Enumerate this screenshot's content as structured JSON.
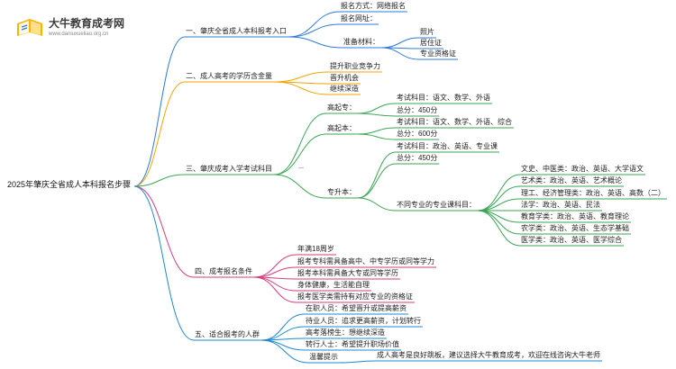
{
  "brand": {
    "name": "大牛教育成考网",
    "url": "www.daniuxueliao.org.cn",
    "logo_icon": "open-book-icon",
    "colors": {
      "yellow": "#f7b500",
      "blue": "#2f7bd6"
    }
  },
  "root": "2025年肇庆全省成人本科报名步骤",
  "branches": [
    {
      "label": "一、肇庆全省成人本科报考入口",
      "color": "#2f7bd6",
      "children": [
        {
          "label": "报名方式：网络报名"
        },
        {
          "label": "报名网址："
        },
        {
          "label": "准备材料：",
          "children": [
            {
              "label": "照片"
            },
            {
              "label": "居住证"
            },
            {
              "label": "专业资格证"
            }
          ]
        }
      ]
    },
    {
      "label": "二、成人高考的学历含金量",
      "color": "#f0a500",
      "children": [
        {
          "label": "提升职业竞争力"
        },
        {
          "label": "晋升机会"
        },
        {
          "label": "继续深造"
        }
      ]
    },
    {
      "label": "三、肇庆成考入学考试科目",
      "color": "#3aa655",
      "children": [
        {
          "label": "高起专：",
          "children": [
            {
              "label": "考试科目：语文、数学、外语"
            },
            {
              "label": "总分：450分"
            }
          ]
        },
        {
          "label": "高起本：",
          "children": [
            {
              "label": "考试科目：语文、数学、外语、综合"
            },
            {
              "label": "总分：600分"
            }
          ]
        },
        {
          "label": "专升本：",
          "children": [
            {
              "label": "考试科目：政治、英语、专业课"
            },
            {
              "label": "总分：450分"
            },
            {
              "label": "不同专业的专业课科目：",
              "children": [
                {
                  "label": "文史、中医类：政治、英语、大学语文"
                },
                {
                  "label": "艺术类：政治、英语、艺术概论"
                },
                {
                  "label": "理工、经济管理类：政治、英语、高数（二）"
                },
                {
                  "label": "法学：政治、英语、民法"
                },
                {
                  "label": "教育学类：政治、英语、教育理论"
                },
                {
                  "label": "农学类：政治、英语、生态学基础"
                },
                {
                  "label": "医学类：政治、英语、医学综合"
                }
              ]
            }
          ]
        }
      ]
    },
    {
      "label": "四、成考报名条件",
      "color": "#d63c7e",
      "children": [
        {
          "label": "年满18周岁"
        },
        {
          "label": "报考专科需具备高中、中专学历或同等学力"
        },
        {
          "label": "报考本科需具备大专或同等学历"
        },
        {
          "label": "身体健康，生活能自理"
        },
        {
          "label": "报考医学类需持有对应专业的资格证"
        }
      ]
    },
    {
      "label": "五、适合报考的人群",
      "color": "#1e88d0",
      "children": [
        {
          "label": "在职人员：希望晋升或提高薪资"
        },
        {
          "label": "待业人员：追求更高薪资，计划转行"
        },
        {
          "label": "高考落榜生：想继续深造"
        },
        {
          "label": "转行人士：希望提升职场价值"
        },
        {
          "label": "温馨提示",
          "children": [
            {
              "label": "成人高考是良好跳板，建议选择大牛教育成考，欢迎在线咨询大牛老师"
            }
          ]
        }
      ]
    }
  ]
}
